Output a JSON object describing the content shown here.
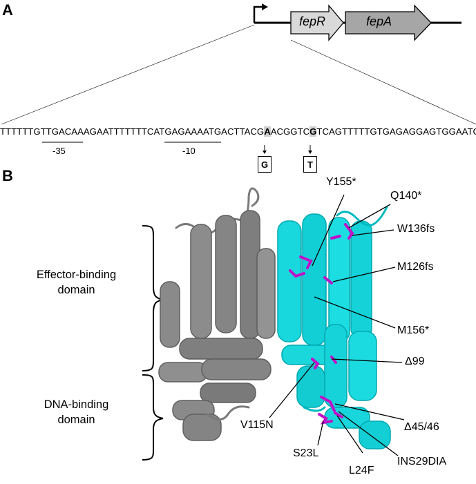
{
  "panel_a": {
    "letter": "A",
    "genes": [
      "fepR",
      "fepA"
    ],
    "sequence": {
      "part1": "TTTTTTGTTGACAAAGAATTTTTTTCATGAGAAAATGACTTACG",
      "bold1": "A",
      "part2": "ACGGTC",
      "bold2": "G",
      "part3": "TCAGTTTTTGTGAGAGGAGTGGAATG"
    },
    "box_minus35": "-35",
    "box_minus10": "-10",
    "mutations": [
      "G",
      "T"
    ]
  },
  "panel_b": {
    "letter": "B",
    "domains": {
      "effector_line1": "Effector-binding",
      "effector_line2": "domain",
      "dna_line1": "DNA-binding",
      "dna_line2": "domain"
    },
    "mutation_labels": {
      "y155": "Y155*",
      "q140": "Q140*",
      "w136": "W136fs",
      "m126": "M126fs",
      "m156": "M156*",
      "d99": "Δ99",
      "v115": "V115N",
      "d4546": "Δ45/46",
      "s23l": "S23L",
      "l24f": "L24F",
      "ins29": "INS29DIA"
    },
    "colors": {
      "chain_a": "#7a7a7a",
      "chain_b": "#00d6dc",
      "mutation": "#c010c8"
    }
  }
}
